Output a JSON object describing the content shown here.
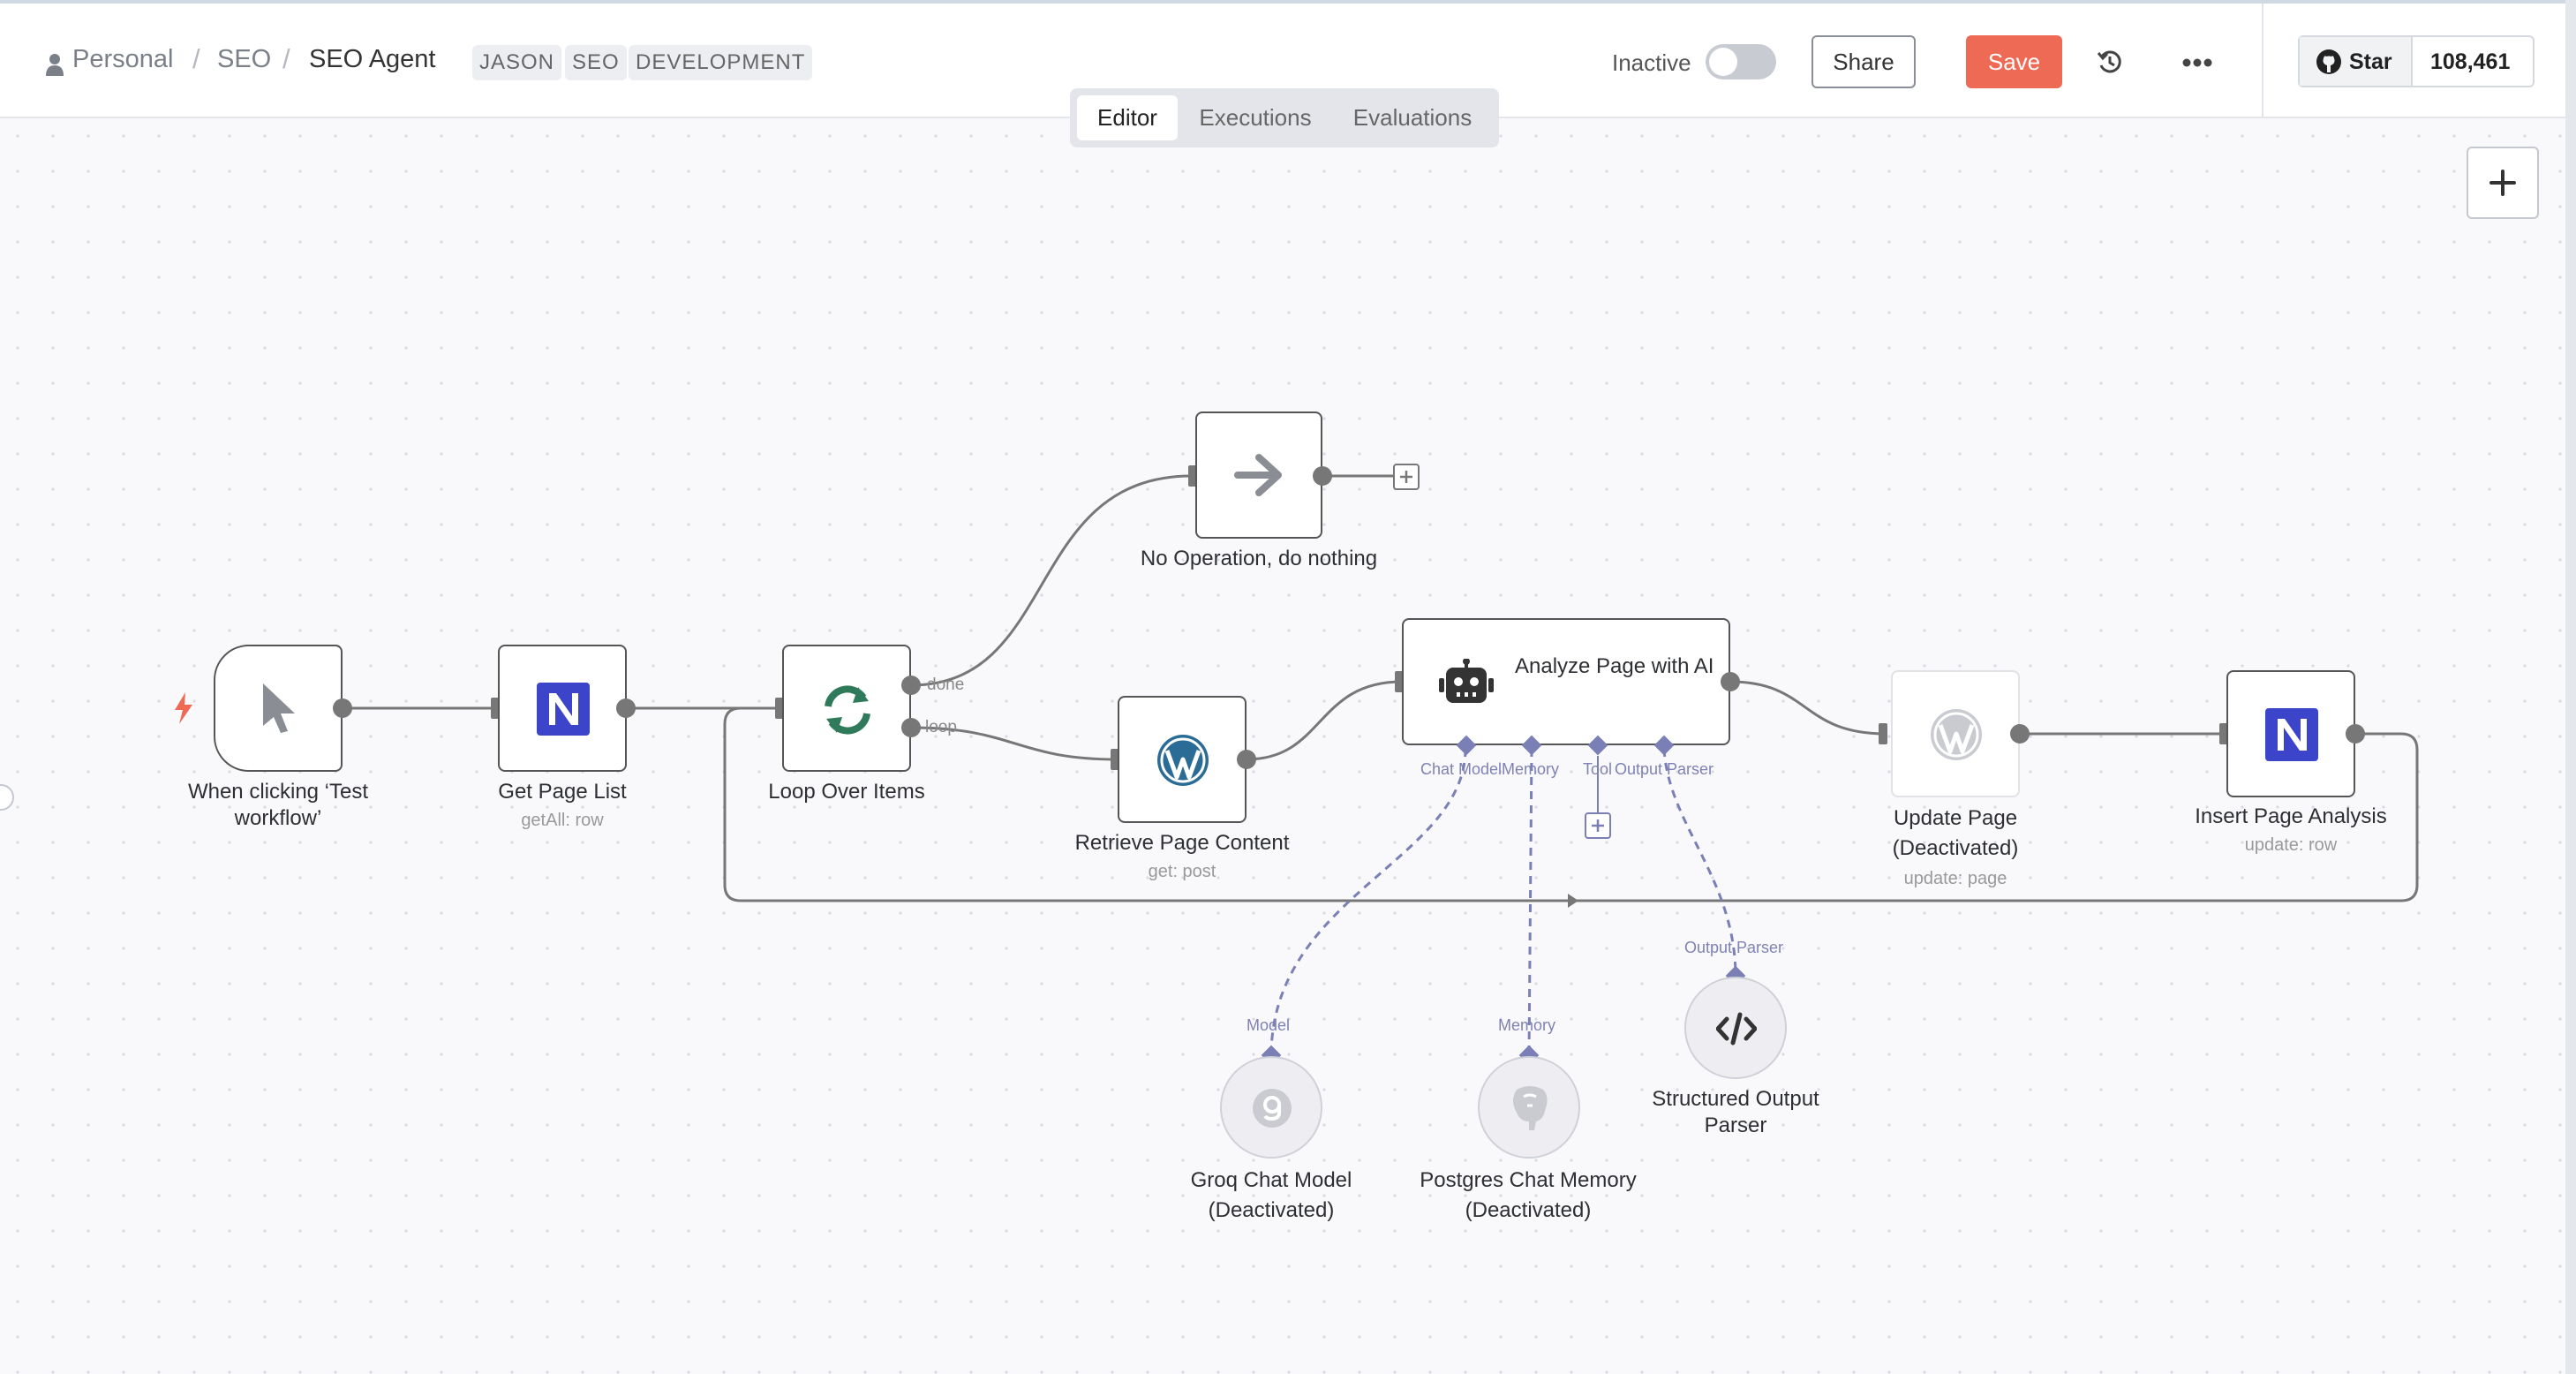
{
  "breadcrumb": {
    "root": "Personal",
    "folder": "SEO",
    "workflow": "SEO Agent"
  },
  "tags": [
    "JASON",
    "SEO",
    "DEVELOPMENT"
  ],
  "header": {
    "status_label": "Inactive",
    "share_label": "Share",
    "save_label": "Save",
    "github_star_label": "Star",
    "github_star_count": "108,461"
  },
  "tabs": [
    {
      "label": "Editor",
      "active": true
    },
    {
      "label": "Executions",
      "active": false
    },
    {
      "label": "Evaluations",
      "active": false
    }
  ],
  "colors": {
    "accent": "#ee6a55",
    "connector": "#7a7fb6",
    "notion": "#3c44c9",
    "loop_icon": "#2f7a5a",
    "wordpress": "#2b6c97"
  },
  "nodes": {
    "trigger": {
      "label": "When clicking ‘Test workflow’",
      "icon": "pointer-icon"
    },
    "get_page_list": {
      "label": "Get Page List",
      "subtitle": "getAll: row",
      "icon": "notion-icon"
    },
    "loop": {
      "label": "Loop Over Items",
      "icon": "loop-icon",
      "out_done": "done",
      "out_loop": "loop"
    },
    "noop": {
      "label": "No Operation, do nothing",
      "icon": "arrow-right-icon"
    },
    "retrieve": {
      "label": "Retrieve Page Content",
      "subtitle": "get: post",
      "icon": "wordpress-icon"
    },
    "analyze": {
      "label": "Analyze Page with AI",
      "icon": "robot-icon",
      "ports": [
        "Chat Model",
        "Memory",
        "Tool",
        "Output Parser"
      ]
    },
    "update": {
      "label": "Update Page (Deactivated)",
      "subtitle": "update: page",
      "icon": "wordpress-icon"
    },
    "insert": {
      "label": "Insert Page Analysis",
      "subtitle": "update: row",
      "icon": "notion-icon"
    },
    "groq": {
      "label": "Groq Chat Model (Deactivated)",
      "port": "Model",
      "icon": "groq-icon"
    },
    "postgres": {
      "label": "Postgres Chat Memory (Deactivated)",
      "port": "Memory",
      "icon": "postgres-icon"
    },
    "parser": {
      "label": "Structured Output Parser",
      "port": "Output Parser",
      "icon": "code-icon"
    }
  }
}
